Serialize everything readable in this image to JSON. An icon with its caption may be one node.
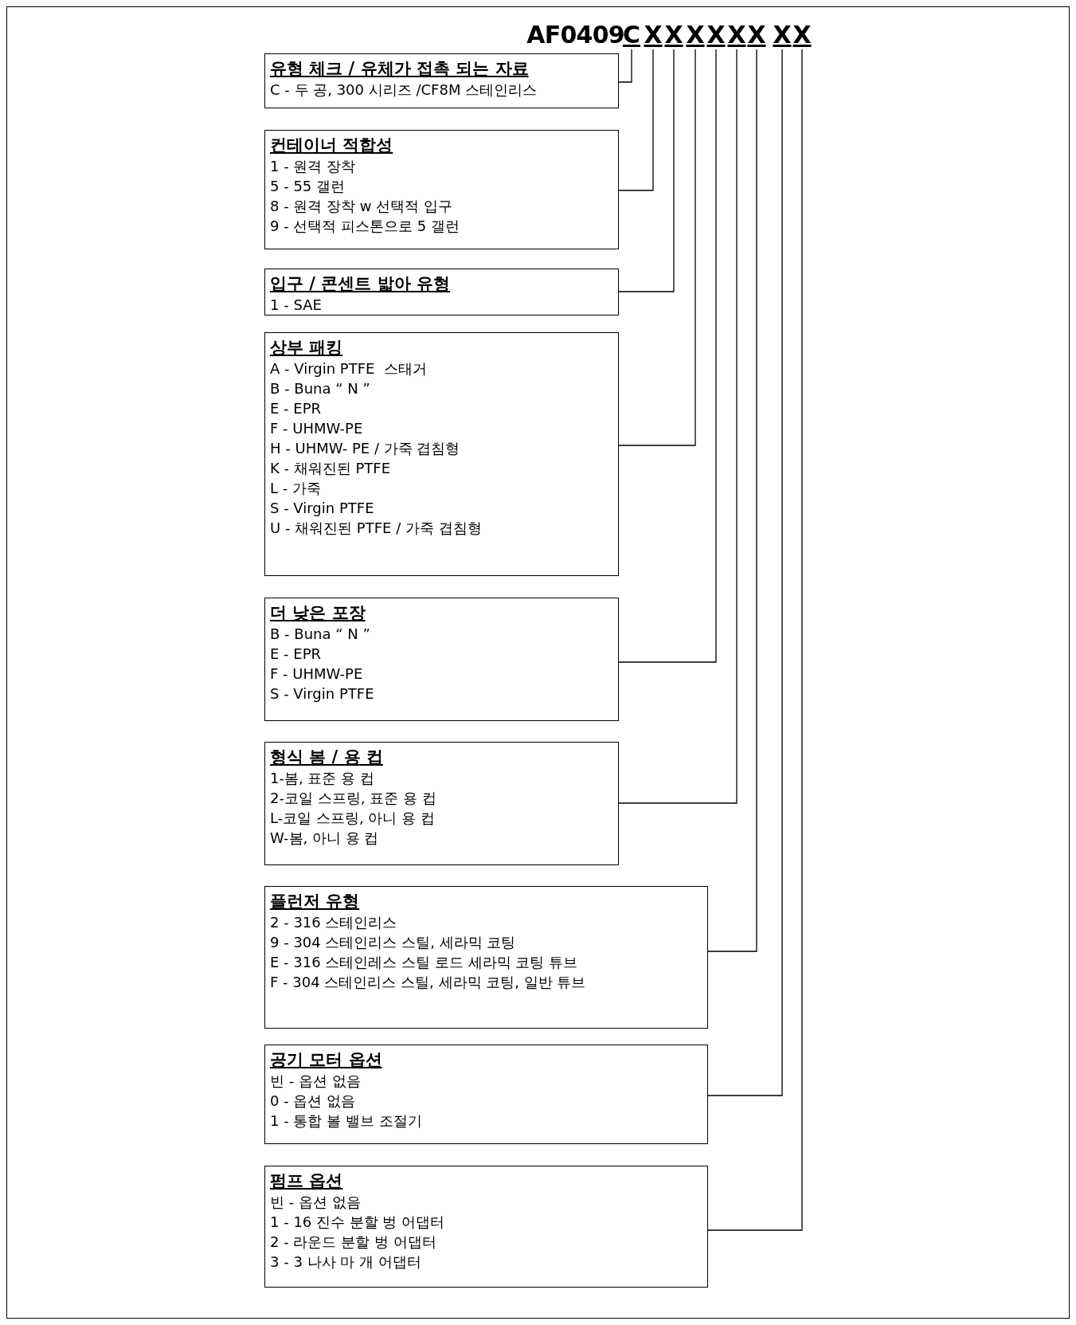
{
  "diagram": {
    "title": "AF0409",
    "nodes": [
      {
        "text": [
          "C"
        ]
      },
      {
        "text": [
          "X"
        ]
      },
      {
        "text": [
          "X"
        ]
      },
      {
        "text": [
          "X"
        ]
      },
      {
        "text": [
          "X"
        ]
      },
      {
        "text": [
          "X"
        ]
      },
      {
        "text": [
          "X"
        ]
      },
      {
        "text": [
          "X"
        ]
      },
      {
        "text": [
          "X"
        ]
      },
      {
        "text": [
          "유형 체크 / 유체가 접촉 되는 자료",
          "C - 두 공, 300 시리즈 /CF8M 스테인리스"
        ]
      },
      {
        "text": [
          "컨테이너 적합성",
          "1 - 원격 장착",
          "5 - 55 갤런",
          "8 - 원격 장착 w 선택적 입구",
          "9 - 선택적 피스톤으로 5 갤런"
        ]
      },
      {
        "text": [
          "입구 / 콘센트 밟아 유형",
          "1 - SAE"
        ]
      },
      {
        "text": [
          "상부 패킹",
          "A - Virgin PTFE  스태거",
          "B - Buna “ N ”",
          "E - EPR",
          "F - UHMW-PE",
          "H - UHMW- PE / 가죽 겹침형",
          "K - 채워진된 PTFE",
          "L - 가죽",
          "S - Virgin PTFE",
          "U - 채워진된 PTFE / 가죽 겹침형"
        ]
      },
      {
        "text": [
          "더 낮은 포장",
          "B - Buna “ N ”",
          "E - EPR",
          "F - UHMW-PE",
          "S - Virgin PTFE"
        ]
      },
      {
        "text": [
          "형식 봄 / 용 컵",
          "1-봄, 표준 용 컵",
          "2-코일 스프링, 표준 용 컵",
          "L-코일 스프링, 아니 용 컵",
          "W-봄, 아니 용 컵"
        ]
      },
      {
        "text": [
          "플런저 유형",
          "2 - 316 스테인리스",
          "9 - 304 스테인리스 스틸, 세라믹 코팅",
          "E - 316 스테인레스 스틸 로드 세라믹 코팅 튜브",
          "F - 304 스테인리스 스틸, 세라믹 코팅, 일반 튜브"
        ]
      },
      {
        "text": [
          "공기 모터 옵션",
          "빈 - 옵션 없음",
          "0 - 옵션 없음",
          "1 - 통합 볼 밸브 조절기"
        ]
      },
      {
        "text": [
          "펌프 옵션",
          "빈 - 옵션 없음",
          "1 - 16 진수 분할 벙 어댑터",
          "2 - 라운드 분할 벙 어댑터",
          "3 - 3 나사 마 개 어댑터"
        ]
      }
    ],
    "edges": [
      {
        "from": 9,
        "to": 0,
        "arrow": "none"
      },
      {
        "from": 10,
        "to": 1,
        "arrow": "none"
      },
      {
        "from": 11,
        "to": 2,
        "arrow": "none"
      },
      {
        "from": 12,
        "to": 3,
        "arrow": "none"
      },
      {
        "from": 13,
        "to": 4,
        "arrow": "none"
      },
      {
        "from": 14,
        "to": 5,
        "arrow": "none"
      },
      {
        "from": 15,
        "to": 6,
        "arrow": "none"
      },
      {
        "from": 16,
        "to": 7,
        "arrow": "none"
      },
      {
        "from": 17,
        "to": 8,
        "arrow": "none"
      }
    ]
  }
}
